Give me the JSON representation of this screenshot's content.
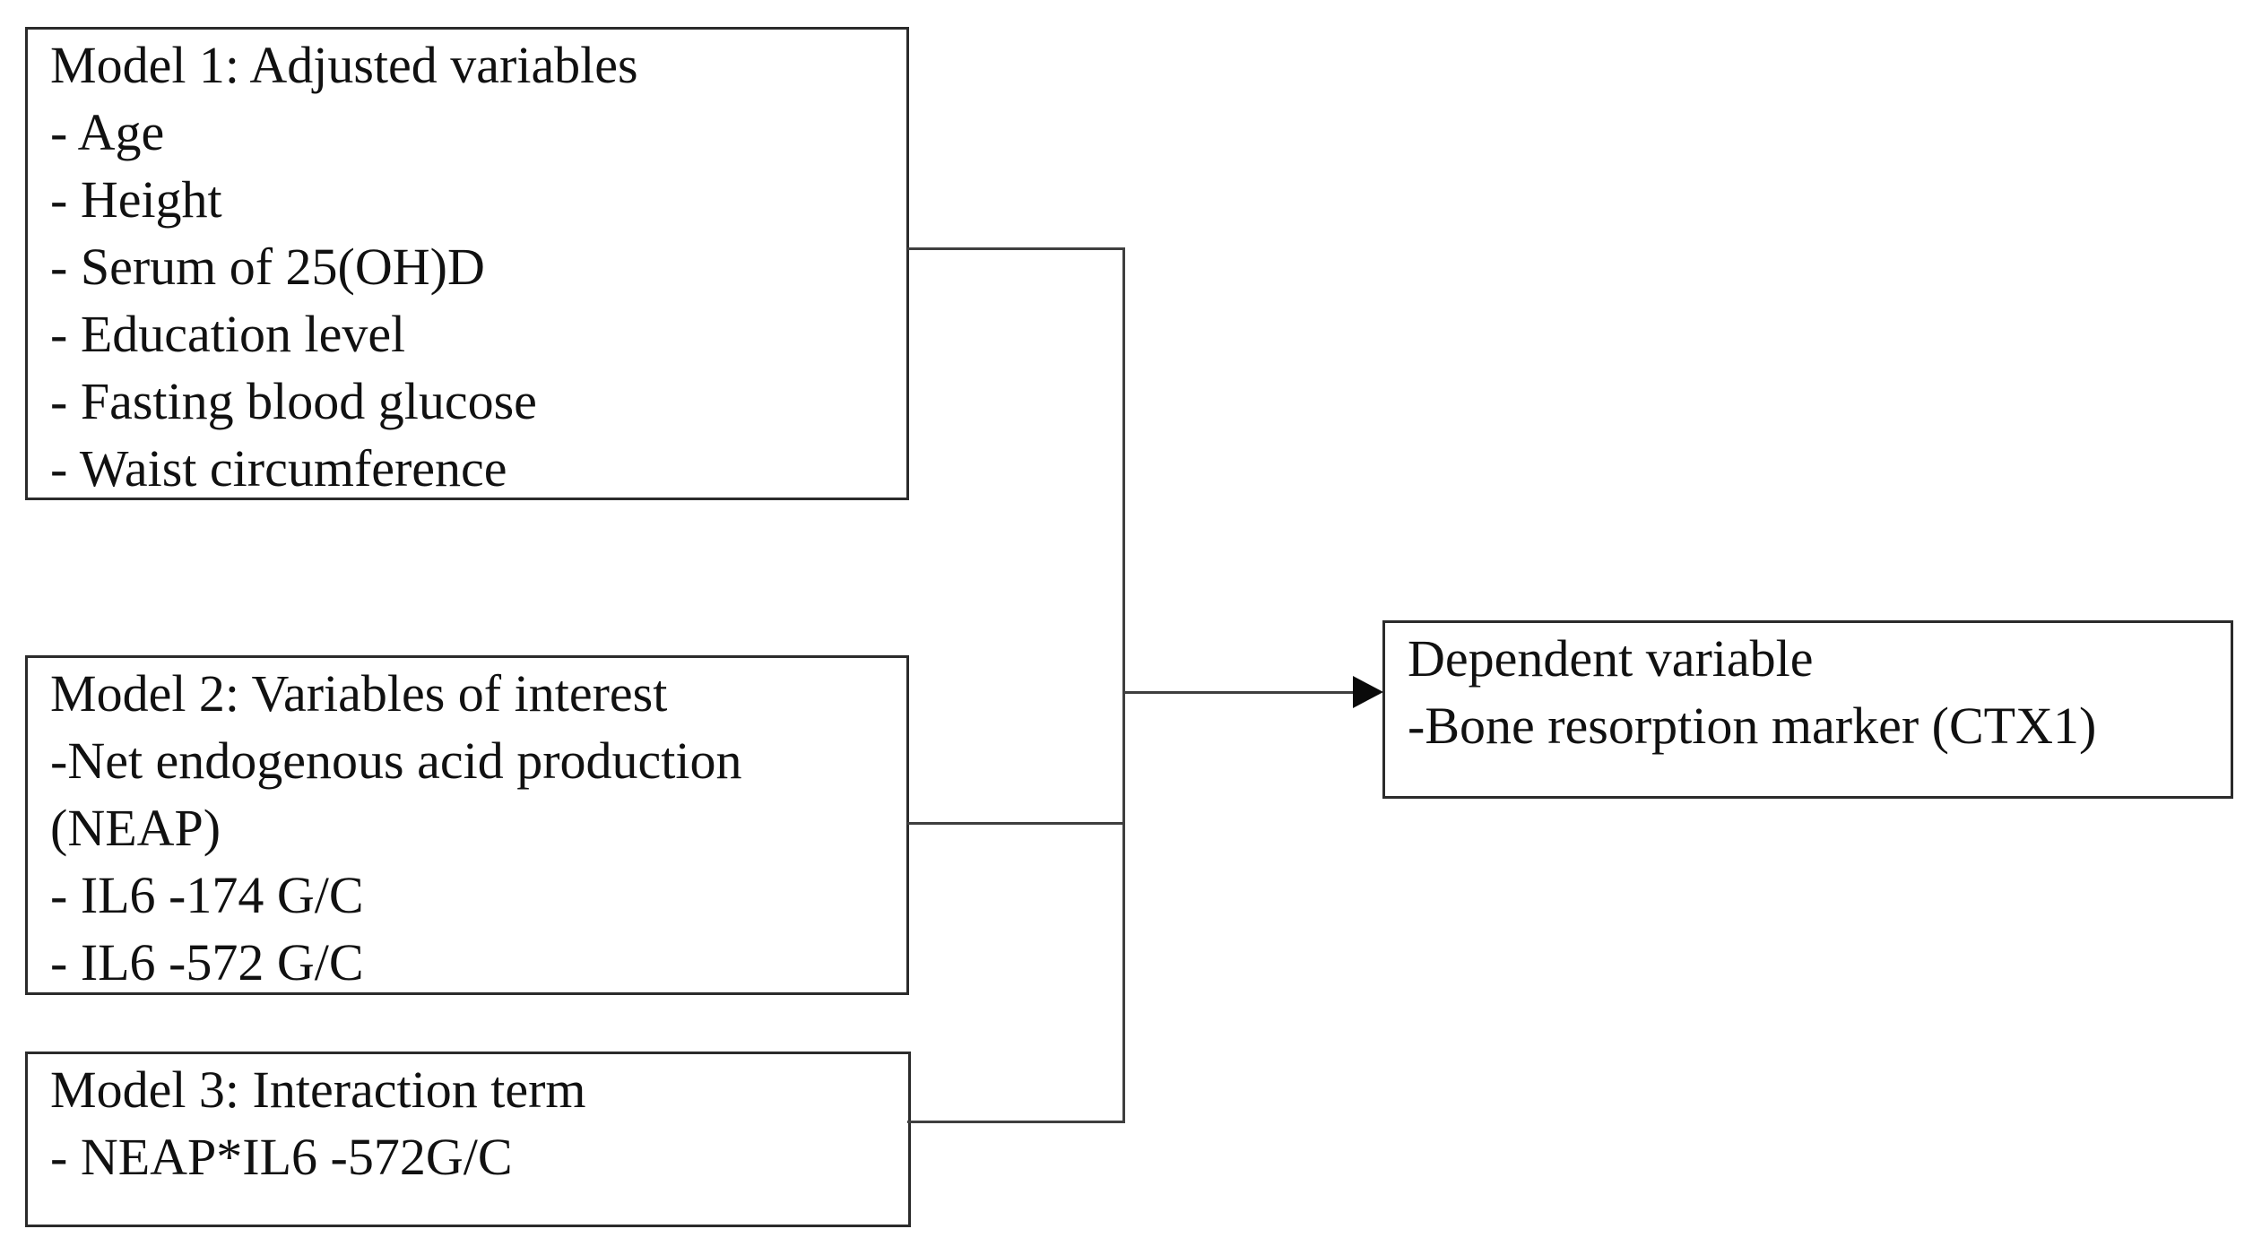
{
  "figure": {
    "boxes": {
      "model1": {
        "lines": [
          "Model 1: Adjusted variables",
          "- Age",
          "- Height",
          "- Serum of 25(OH)D",
          "- Education level",
          "- Fasting blood glucose",
          "- Waist circumference"
        ]
      },
      "model2": {
        "lines": [
          "Model 2: Variables of interest",
          "-Net endogenous acid production",
          "(NEAP)",
          "- IL6 -174 G/C",
          "- IL6 -572 G/C"
        ]
      },
      "model3": {
        "lines": [
          "Model 3: Interaction term",
          "- NEAP*IL6 -572G/C"
        ]
      },
      "dependent": {
        "lines": [
          "Dependent variable",
          "-Bone resorption marker (CTX1)"
        ]
      }
    },
    "colors": {
      "background": "#ffffff",
      "text": "#111111",
      "box_border": "#2b2b2b",
      "connector": "#3f3f3f",
      "arrowhead": "#0a0a0a"
    }
  }
}
